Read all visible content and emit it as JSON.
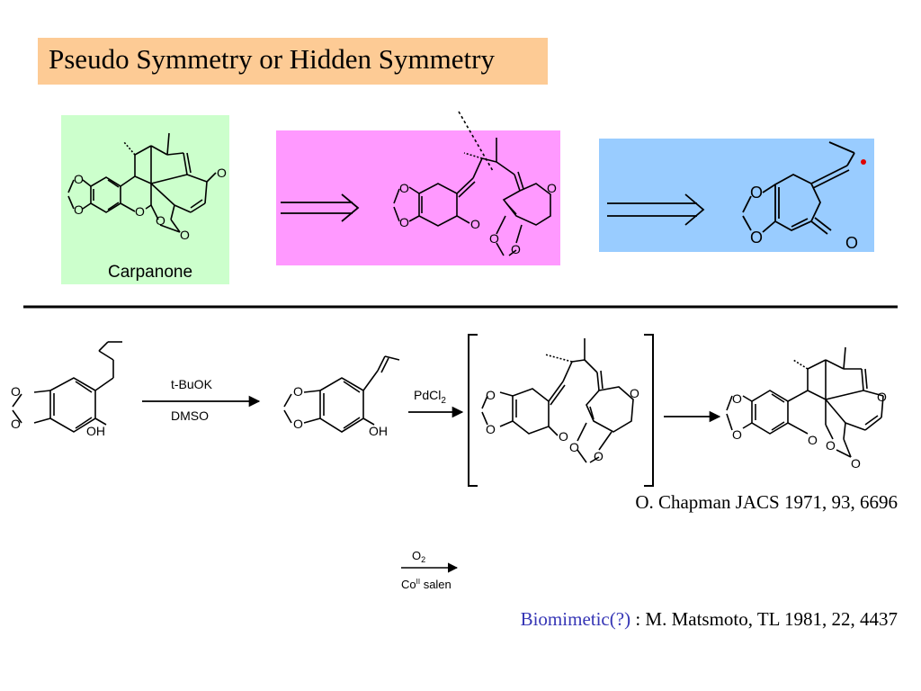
{
  "title": "Pseudo Symmetry or Hidden Symmetry",
  "retrosynthesis": {
    "target_label": "Carpanone",
    "atom_labels": {
      "oxygen": "O",
      "hydroxyl": "OH"
    }
  },
  "synthesis": {
    "step1": {
      "reagent_above": "t-BuOK",
      "reagent_below": "DMSO"
    },
    "step2": {
      "reagent_main": "PdCl",
      "reagent_sub": "2"
    },
    "alt": {
      "reagent_main": "O",
      "reagent_sub": "2",
      "catalyst_main": "Co",
      "catalyst_sup": "II",
      "catalyst_rest": " salen"
    }
  },
  "references": {
    "chapman": "O. Chapman JACS 1971, 93, 6696",
    "biomimetic_label": "Biomimetic(?)",
    "matsumoto": " : M. Matsmoto, TL 1981, 22, 4437"
  },
  "colors": {
    "title_bg": "#fdcb95",
    "target_bg": "#ccffcc",
    "intermediate_bg": "#ff99ff",
    "precursor_bg": "#99ccff",
    "radical_dot": "#e00000",
    "biomimetic_text": "#3535b5"
  }
}
